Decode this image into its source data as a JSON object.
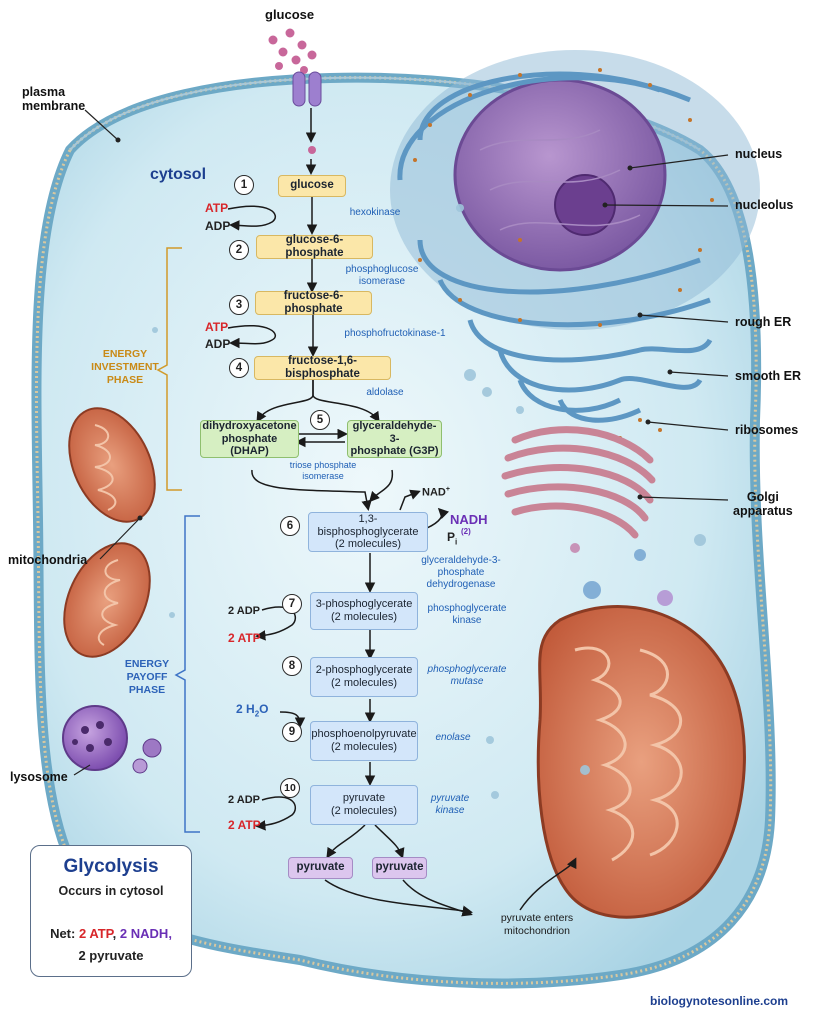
{
  "cell_labels": {
    "glucose_top": "glucose",
    "plasma_membrane": "plasma\nmembrane",
    "cytosol": "cytosol",
    "nucleus": "nucleus",
    "nucleolus": "nucleolus",
    "rough_er": "rough ER",
    "smooth_er": "smooth ER",
    "ribosomes": "ribosomes",
    "golgi": "Golgi\napparatus",
    "mitochondria": "mitochondria",
    "lysosome": "lysosome"
  },
  "phases": {
    "investment": "ENERGY\nINVESTMENT\nPHASE",
    "payoff": "ENERGY\nPAYOFF\nPHASE"
  },
  "steps": [
    "1",
    "2",
    "3",
    "4",
    "5",
    "6",
    "7",
    "8",
    "9",
    "10"
  ],
  "molecules": {
    "glucose": "glucose",
    "g6p": "glucose-6-phosphate",
    "f6p": "fructose-6-phosphate",
    "f16bp": "fructose-1,6-bisphosphate",
    "dhap": "dihydroxyacetone\nphosphate (DHAP)",
    "g3p": "glyceraldehyde-3-\nphosphate (G3P)",
    "bpg": "1,3-bisphosphoglycerate\n(2 molecules)",
    "pg3": "3-phosphoglycerate\n(2 molecules)",
    "pg2": "2-phosphoglycerate\n(2 molecules)",
    "pep": "phosphoenolpyruvate\n(2 molecules)",
    "pyruvate": "pyruvate\n(2 molecules)",
    "pyr_a": "pyruvate",
    "pyr_b": "pyruvate"
  },
  "enzymes": {
    "hexokinase": "hexokinase",
    "pgi": "phosphoglucose\nisomerase",
    "pfk": "phosphofructokinase-1",
    "aldolase": "aldolase",
    "tpi": "triose phosphate\nisomerase",
    "gapdh": "glyceraldehyde-3-\nphosphate\ndehydrogenase",
    "pgk": "phosphoglycerate\nkinase",
    "pgm": "phosphoglycerate\nmutase",
    "enolase": "enolase",
    "pk": "pyruvate\nkinase"
  },
  "cofactors": {
    "atp1": "ATP",
    "adp1": "ADP",
    "atp3": "ATP",
    "adp3": "ADP",
    "nad": "NAD",
    "nad_sup": "+",
    "nadh": "NADH",
    "nadh_count": "(2)",
    "pi": "P",
    "pi_sub": "i",
    "adp7": "2 ADP",
    "atp7": "2 ATP",
    "h2o": "2 H",
    "h2o_sub": "2",
    "h2o_o": "O",
    "adp10": "2 ADP",
    "atp10": "2 ATP"
  },
  "pyruvate_note": "pyruvate enters\nmitochondrion",
  "summary": {
    "title": "Glycolysis",
    "subtitle": "Occurs in cytosol",
    "net_prefix": "Net: ",
    "net_atp": "2 ATP",
    "net_sep": ", ",
    "net_nadh": "2 NADH",
    "net_end": ",",
    "net_pyruvate": "2 pyruvate"
  },
  "website": "biologynotesonline.com",
  "colors": {
    "atp": "#d8262a",
    "nadh": "#6a2fb5",
    "enzyme": "#1f5fb5",
    "cytosol": "#1d3f8f",
    "investment": "#c98a16",
    "payoff": "#2c62b8"
  }
}
